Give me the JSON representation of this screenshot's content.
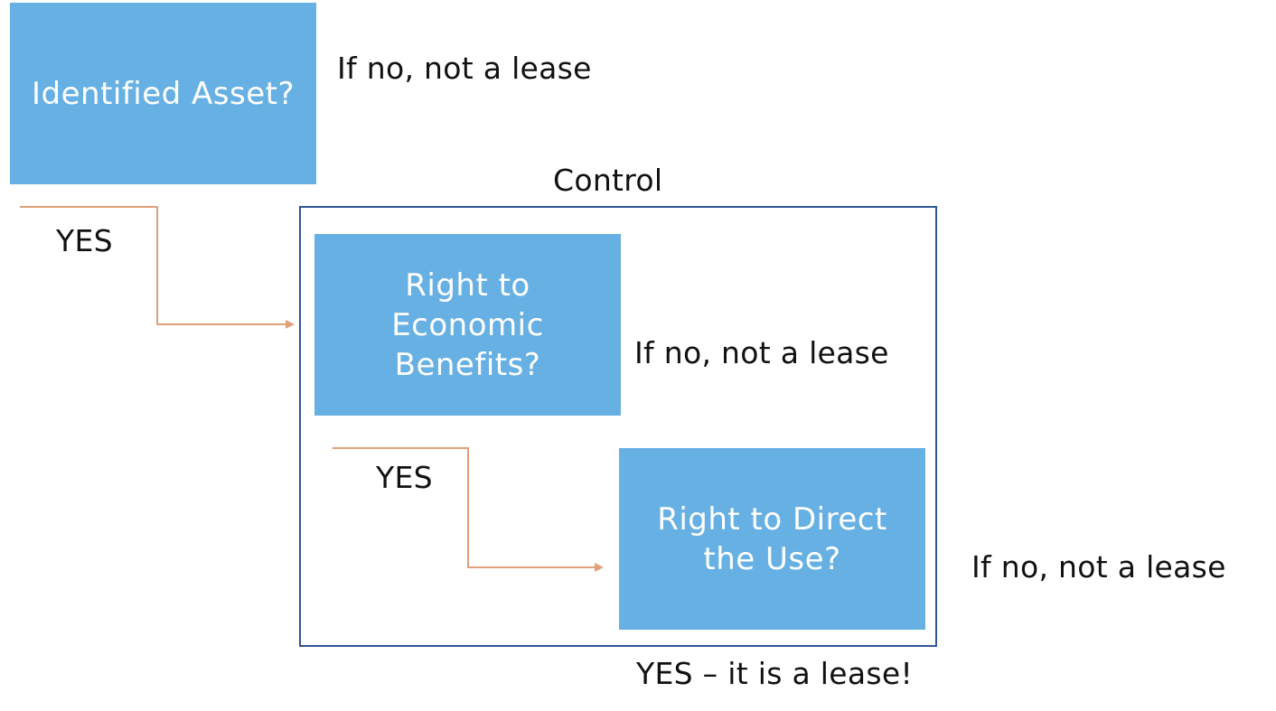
{
  "diagram": {
    "nodes": {
      "identified_asset": "Identified Asset?",
      "economic_benefits": "Right to\nEconomic\nBenefits?",
      "direct_use": "Right to Direct\nthe Use?"
    },
    "group_label": "Control",
    "no_outcomes": {
      "after_asset": "If no, not a lease",
      "after_benefits": "If no, not a lease",
      "after_direct": "If no, not a lease"
    },
    "yes_labels": {
      "first": "YES",
      "second": "YES"
    },
    "final_outcome": "YES – it is a lease!",
    "colors": {
      "node_fill": "#67b0e4",
      "node_text": "#ffffff",
      "frame_border": "#2f5597",
      "connector": "#e0a07a",
      "text": "#111111"
    }
  }
}
